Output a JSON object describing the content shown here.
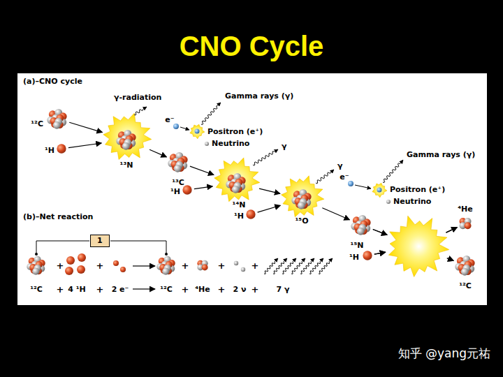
{
  "diagram": {
    "title": "CNO Cycle",
    "nodes": [
      {
        "text": [
          "¹²C"
        ]
      },
      {
        "text": [
          "¹H"
        ]
      },
      {
        "text": [
          "¹³N"
        ]
      },
      {
        "text": [
          "¹³C"
        ]
      },
      {
        "text": [
          "¹H"
        ]
      },
      {
        "text": [
          "¹⁴N"
        ]
      },
      {
        "text": [
          "¹H"
        ]
      },
      {
        "text": [
          "¹⁵O"
        ]
      },
      {
        "text": [
          "¹⁵N"
        ]
      },
      {
        "text": [
          "¹H"
        ]
      },
      {
        "text": [
          "⁴He"
        ]
      },
      {
        "text": [
          "¹²C"
        ]
      },
      {
        "text": [
          "1"
        ]
      }
    ],
    "edges": [
      {
        "from": 0,
        "to": 2,
        "arrow": "to"
      },
      {
        "from": 1,
        "to": 2,
        "arrow": "to"
      },
      {
        "from": 2,
        "to": 3,
        "arrow": "to"
      },
      {
        "from": 3,
        "to": 5,
        "arrow": "to"
      },
      {
        "from": 4,
        "to": 5,
        "arrow": "to"
      },
      {
        "from": 5,
        "to": 7,
        "arrow": "to"
      },
      {
        "from": 6,
        "to": 7,
        "arrow": "to"
      },
      {
        "from": 7,
        "to": 8,
        "arrow": "to"
      },
      {
        "from": 8,
        "to": 10,
        "arrow": "to"
      },
      {
        "from": 8,
        "to": 11,
        "arrow": "to"
      },
      {
        "from": 9,
        "to": 10,
        "arrow": "to"
      },
      {
        "from": 9,
        "to": 11,
        "arrow": "to"
      }
    ],
    "labels": [
      "(a)–CNO cycle",
      "γ-radiation",
      "e⁻",
      "Gamma rays (γ)",
      "Positron (e⁺)",
      "Neutrino",
      "γ",
      "γ",
      "e⁻",
      "Gamma rays (γ)",
      "Positron (e⁺)",
      "Neutrino",
      "(b)–Net reaction",
      "+",
      "+",
      "+",
      "+",
      "+",
      "¹²C",
      "+",
      "4 ¹H",
      "+",
      "2 e⁻",
      "¹²C",
      "+",
      "⁴He",
      "+",
      "2 ν",
      "+",
      "7 γ",
      "知乎 @yang元祐"
    ]
  }
}
